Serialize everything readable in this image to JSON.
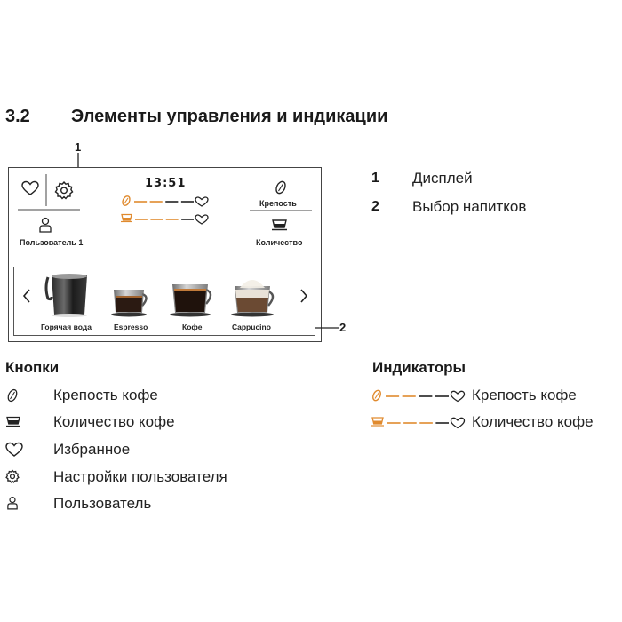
{
  "section": {
    "number": "3.2",
    "title": "Элементы управления и индикации"
  },
  "callouts": {
    "display": "1",
    "selection": "2"
  },
  "display": {
    "time": "13:51",
    "user_label": "Пользователь 1",
    "strength_label": "Крепость",
    "quantity_label": "Количество",
    "strength_level": 0.5,
    "quantity_level": 0.75
  },
  "drinks": [
    "Горячая вода",
    "Espresso",
    "Кофе",
    "Cappucino"
  ],
  "legend": [
    {
      "num": "1",
      "text": "Дисплей"
    },
    {
      "num": "2",
      "text": "Выбор напитков"
    }
  ],
  "buttons": {
    "title": "Кнопки",
    "items": [
      {
        "icon": "bean-icon",
        "text": "Крепость кофе"
      },
      {
        "icon": "cup-icon",
        "text": "Количество кофе"
      },
      {
        "icon": "heart-icon",
        "text": "Избранное"
      },
      {
        "icon": "gear-icon",
        "text": "Настройки пользователя"
      },
      {
        "icon": "user-icon",
        "text": "Пользователь"
      }
    ]
  },
  "indicators": {
    "title": "Индикаторы",
    "items": [
      {
        "text": "Крепость кофе"
      },
      {
        "text": "Количество кофе"
      }
    ]
  },
  "colors": {
    "accent": "#e08a2e",
    "text": "#1a1a1a",
    "line": "#444444"
  }
}
